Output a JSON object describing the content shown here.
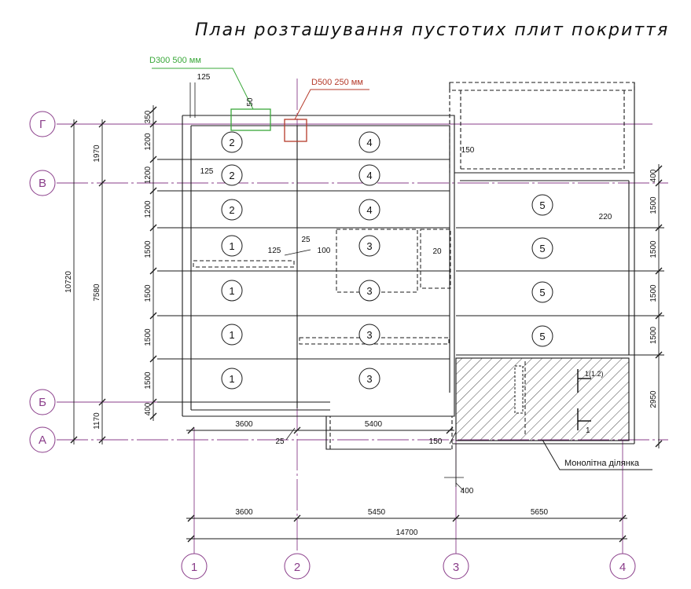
{
  "title": "План розташування пустотих плит покриття",
  "axes_letters": [
    "Г",
    "В",
    "Б",
    "А"
  ],
  "axes_numbers": [
    "1",
    "2",
    "3",
    "4"
  ],
  "openings": {
    "green_label": "D300 500 мм",
    "red_label": "D500 250 мм"
  },
  "monolith_label": "Монолітна ділянка",
  "section_mark": "1",
  "section_mark_ref": "1(1.2)",
  "slabs": {
    "col_a": [
      "2",
      "2",
      "2",
      "1",
      "1",
      "1",
      "1"
    ],
    "col_b": [
      "4",
      "4",
      "4",
      "3",
      "3",
      "3",
      "3"
    ],
    "col_c": [
      "5",
      "5",
      "5",
      "5"
    ]
  },
  "dims": {
    "left_rows": [
      "350",
      "1200",
      "1200",
      "1200",
      "1500",
      "1500",
      "1500",
      "1500",
      "400"
    ],
    "left_groups": [
      "1970",
      "7580",
      "1170"
    ],
    "left_total": "10720",
    "right_rows": [
      "400",
      "1500",
      "1500",
      "1500",
      "1500",
      "2950"
    ],
    "bottom_inner": [
      "3600",
      "5400"
    ],
    "bottom_spans": [
      "3600",
      "5450",
      "5650"
    ],
    "bottom_total": "14700",
    "notes": {
      "d125_top": "125",
      "d50": "50",
      "d125_left": "125",
      "d150_top": "150",
      "d25": "25",
      "d125_mid": "125",
      "d100": "100",
      "d20": "20",
      "d220": "220",
      "d25_bottom": "25",
      "d150_bottom": "150",
      "d400_bottom": "400"
    }
  },
  "colors": {
    "axis": "#8a3d8a",
    "lines": "#1a1a1a",
    "green": "#3aa83a",
    "red": "#b53a2a"
  }
}
